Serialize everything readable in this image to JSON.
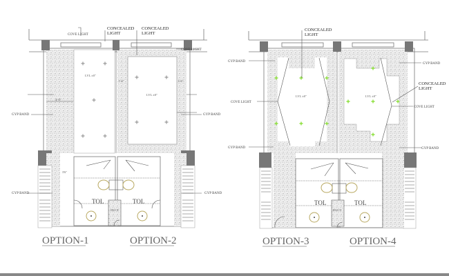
{
  "labels": {
    "cove_light": "COVE LIGHT",
    "concealed_light": "CONCEALED LIGHT",
    "gyp_band": "GYP BAND",
    "level": "LVL ±0\"",
    "toilet": "TOL",
    "duct": "DUCT",
    "dim_4_0": "4'-0\"",
    "dim_1_6": "1'-6\"",
    "dim_3_6": "3'6\""
  },
  "options": [
    {
      "title": "OPTION-1"
    },
    {
      "title": "OPTION-2"
    },
    {
      "title": "OPTION-3"
    },
    {
      "title": "OPTION-4"
    }
  ],
  "colors": {
    "light_fixture_plan": "#999999",
    "light_fixture_alt": "#8fe040",
    "column": "#777777",
    "fitting": "#b8a860"
  }
}
